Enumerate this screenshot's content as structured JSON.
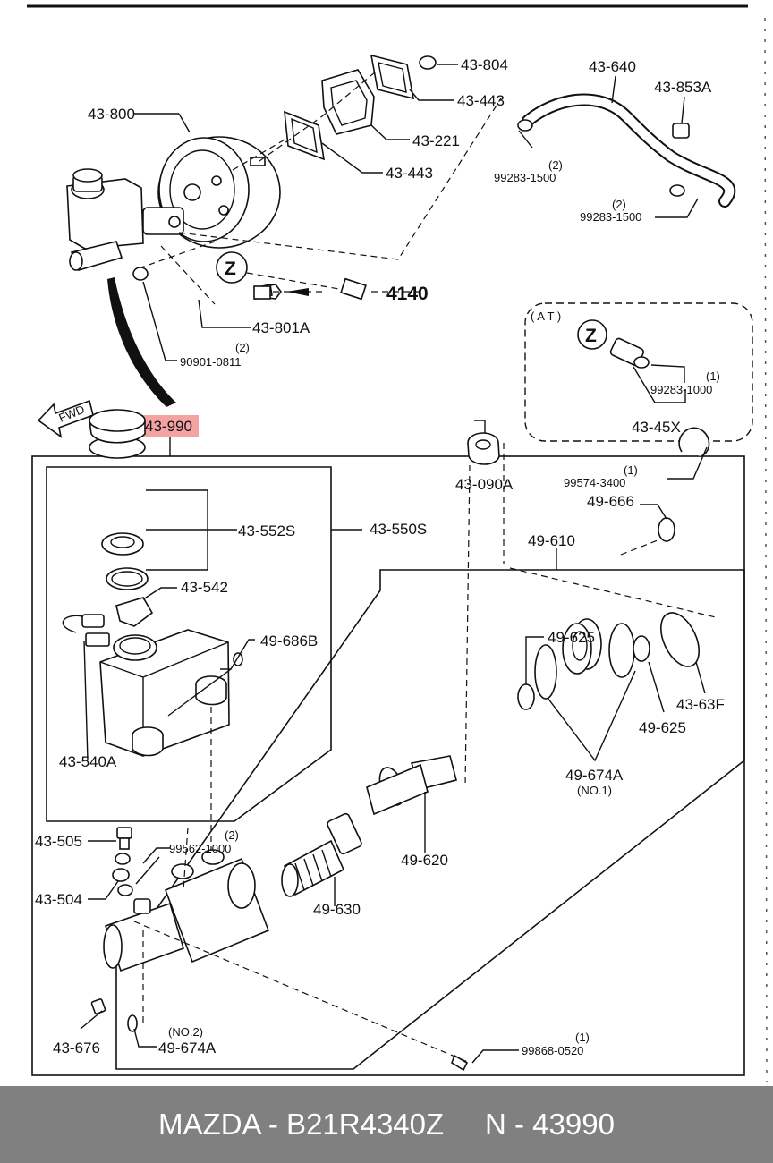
{
  "labels": {
    "l43800": "43-800",
    "l43804": "43-804",
    "l43443a": "43-443",
    "l43221": "43-221",
    "l43443b": "43-443",
    "l43640": "43-640",
    "l43853a": "43-853A",
    "l99283a_qty": "(2)",
    "l99283a": "99283-1500",
    "l99283b_qty": "(2)",
    "l99283b": "99283-1500",
    "l4140": "4140",
    "l43801a": "43-801A",
    "l90901_qty": "(2)",
    "l90901": "90901-0811",
    "at": "( A T )",
    "l99283c_qty": "(1)",
    "l99283c": "99283-1000",
    "l4345x": "43-45X",
    "z1": "Z",
    "z2": "Z",
    "fwd": "FWD",
    "highlight": "43-990",
    "l43552s": "43-552S",
    "l43550s": "43-550S",
    "l43542": "43-542",
    "l43540a": "43-540A",
    "l49686b": "49-686B",
    "l43090a": "43-090A",
    "l99574_qty": "(1)",
    "l99574": "99574-3400",
    "l49666": "49-666",
    "l49610": "49-610",
    "l49625a": "49-625",
    "l4363f": "43-63F",
    "l49625b": "49-625",
    "l49674a": "49-674A",
    "l49674a_no": "(NO.1)",
    "l49620": "49-620",
    "l49630": "49-630",
    "l43505": "43-505",
    "l99562_qty": "(2)",
    "l99562": "99562-1000",
    "l43504": "43-504",
    "l43676": "43-676",
    "l49674a2_no": "(NO.2)",
    "l49674a2": "49-674A",
    "l99868_qty": "(1)",
    "l99868": "99868-0520"
  },
  "footer": {
    "text": "MAZDA - B21R4340Z     N - 43990"
  },
  "colors": {
    "highlight": "#f4a3a3",
    "footer_bg": "#808080",
    "footer_text": "#ffffff"
  }
}
